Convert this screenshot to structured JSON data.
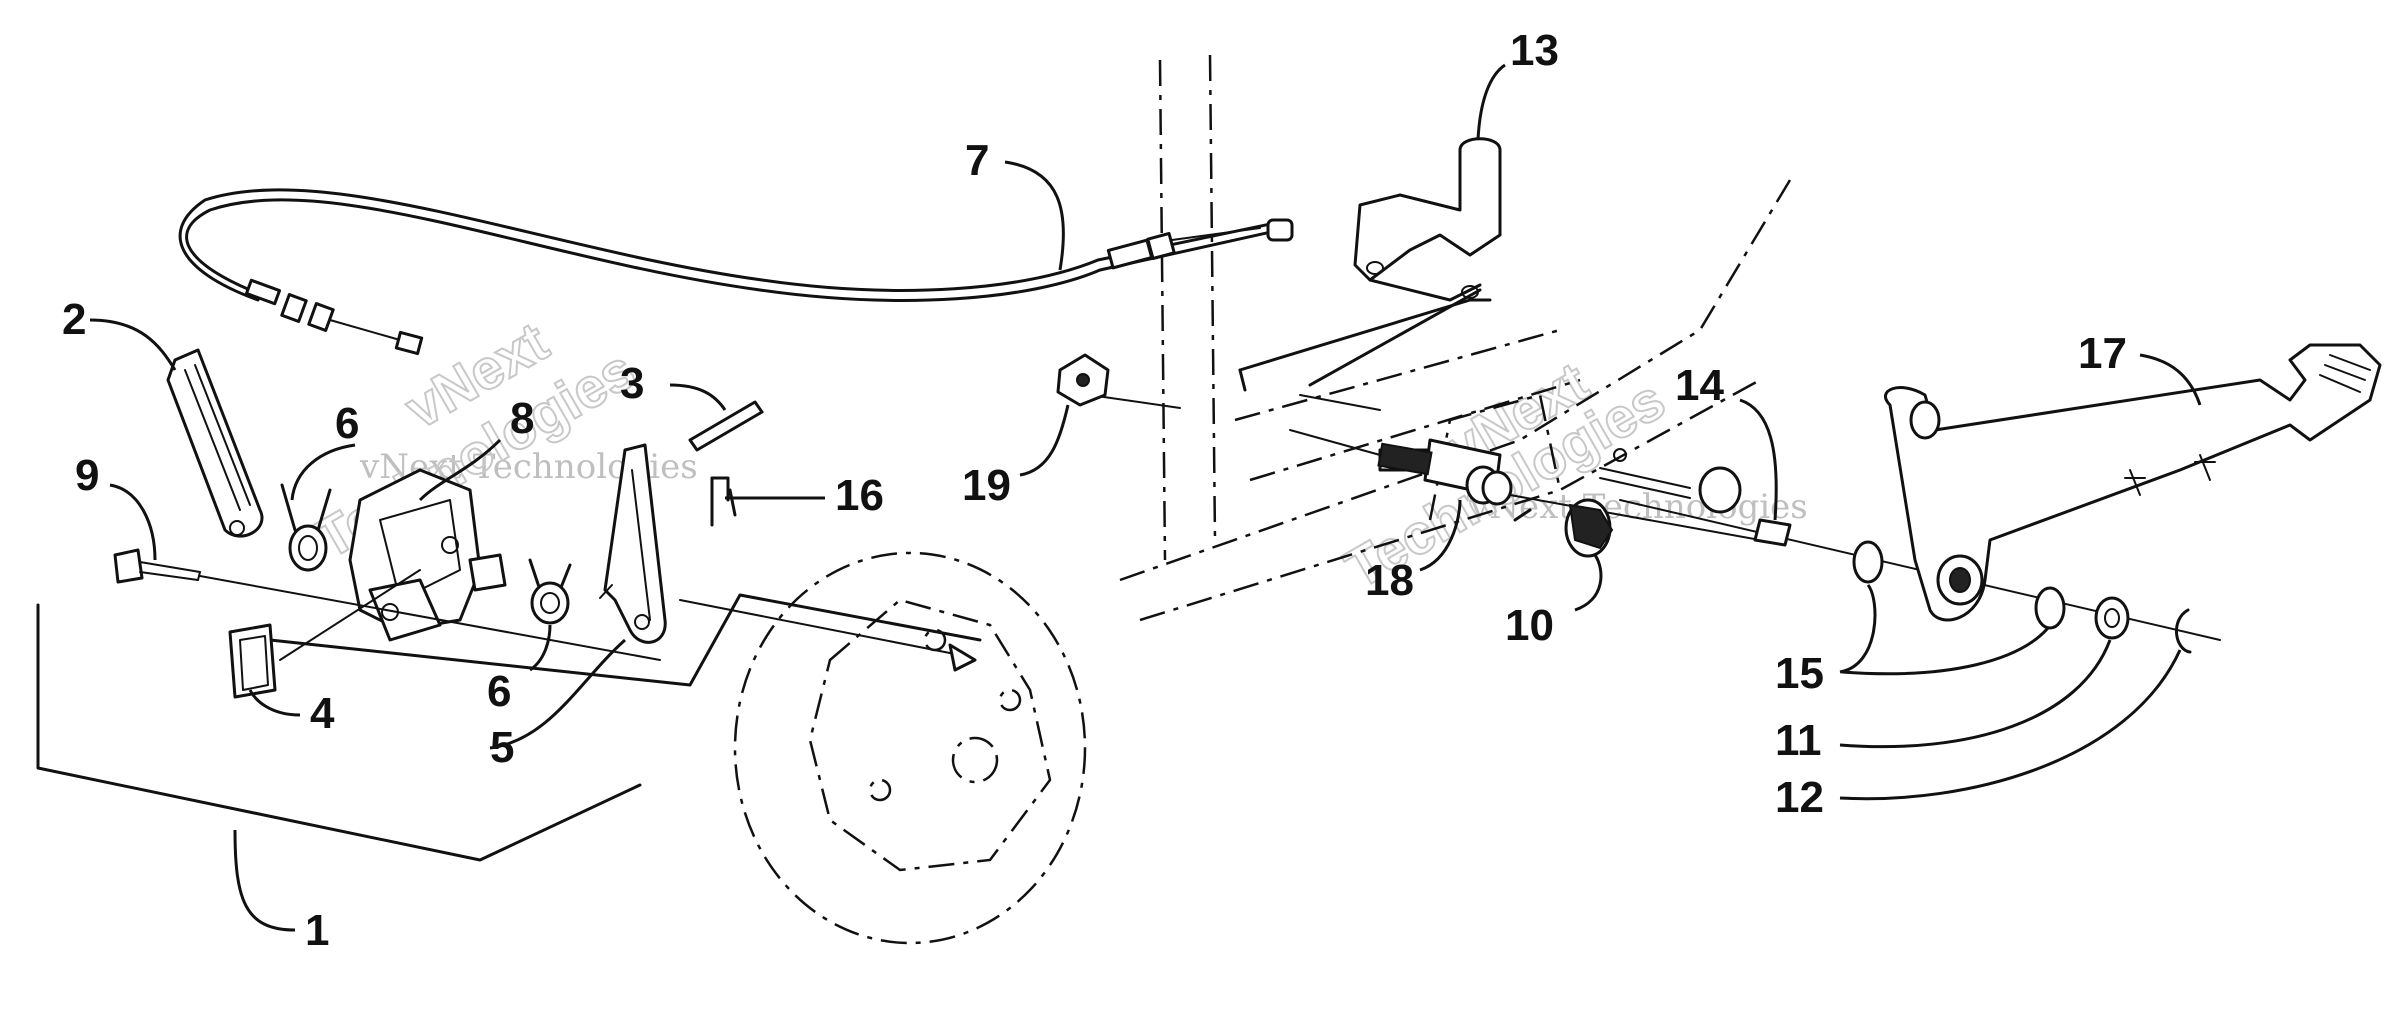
{
  "callouts": [
    {
      "id": "1",
      "label": "1"
    },
    {
      "id": "2",
      "label": "2"
    },
    {
      "id": "3",
      "label": "3"
    },
    {
      "id": "4",
      "label": "4"
    },
    {
      "id": "5",
      "label": "5"
    },
    {
      "id": "6a",
      "label": "6"
    },
    {
      "id": "6b",
      "label": "6"
    },
    {
      "id": "7",
      "label": "7"
    },
    {
      "id": "8",
      "label": "8"
    },
    {
      "id": "9",
      "label": "9"
    },
    {
      "id": "10",
      "label": "10"
    },
    {
      "id": "11",
      "label": "11"
    },
    {
      "id": "12",
      "label": "12"
    },
    {
      "id": "13",
      "label": "13"
    },
    {
      "id": "14",
      "label": "14"
    },
    {
      "id": "15",
      "label": "15"
    },
    {
      "id": "16",
      "label": "16"
    },
    {
      "id": "17",
      "label": "17"
    },
    {
      "id": "18",
      "label": "18"
    },
    {
      "id": "19",
      "label": "19"
    }
  ],
  "watermark": {
    "brand": "vNext Technologies",
    "brand_short": "vNext",
    "brand_word": "Technologies"
  }
}
